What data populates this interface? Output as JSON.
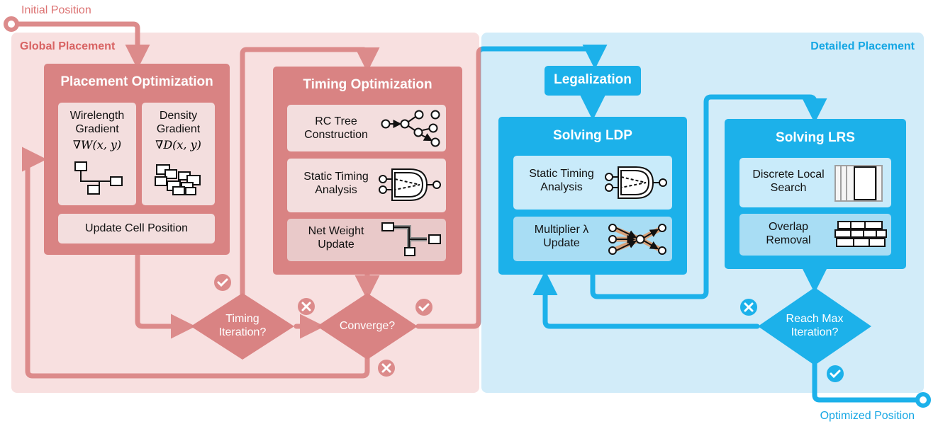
{
  "labels": {
    "initial_position": "Initial Position",
    "optimized_position": "Optimized Position"
  },
  "regions": {
    "global": "Global Placement",
    "detailed": "Detailed Placement"
  },
  "placement_optimization": {
    "title": "Placement Optimization",
    "wirelength": "Wirelength\nGradient",
    "wirelength_math": "∇W(x, y)",
    "density": "Density\nGradient",
    "density_math": "∇D(x, y)",
    "update": "Update Cell Position"
  },
  "timing_optimization": {
    "title": "Timing Optimization",
    "items": [
      "RC Tree\nConstruction",
      "Static Timing\nAnalysis",
      "Net Weight\nUpdate"
    ]
  },
  "legalization": "Legalization",
  "solving_ldp": {
    "title": "Solving LDP",
    "items": [
      "Static Timing\nAnalysis",
      "Multiplier λ\nUpdate"
    ]
  },
  "solving_lrs": {
    "title": "Solving LRS",
    "items": [
      "Discrete Local\nSearch",
      "Overlap\nRemoval"
    ]
  },
  "decisions": {
    "timing_iteration": "Timing\nIteration?",
    "converge": "Converge?",
    "reach_max": "Reach Max\nIteration?"
  },
  "colors": {
    "red_bg": "#f8e0e0",
    "red_box": "#d98383",
    "red_inner": "#f3dede",
    "red_arrow": "#dc8b8b",
    "blue_bg": "#d2ecf9",
    "blue_box": "#1cb1ea",
    "blue_inner": "#c9ebfa",
    "blue_label": "#16a7e4",
    "red_label": "#d86363"
  }
}
